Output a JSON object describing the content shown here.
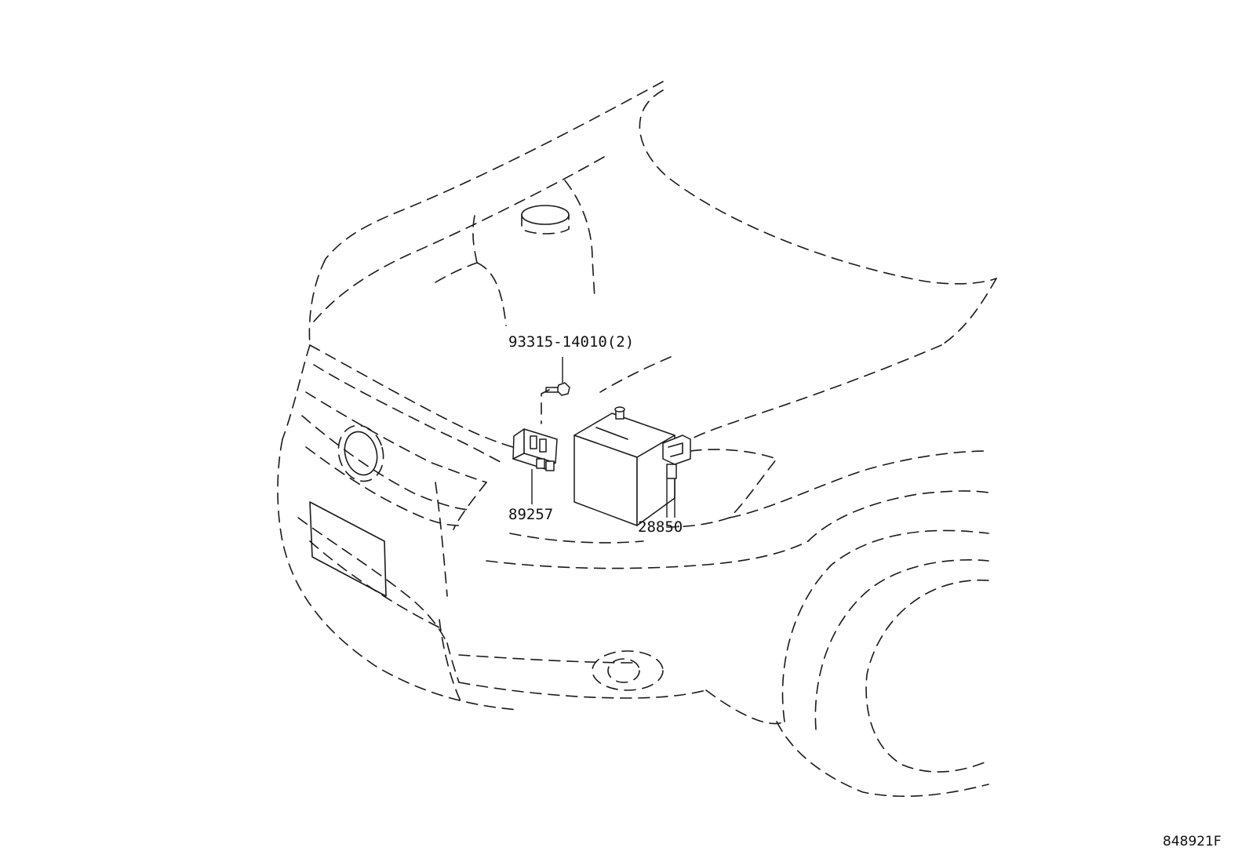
{
  "parts": {
    "bolt": "93315-14010(2)",
    "control_unit": "89257",
    "battery_sensor": "28850"
  },
  "diagram_id": "848921F",
  "colors": {
    "line": "#1a1a1a",
    "background": "#ffffff"
  },
  "icons": [
    "car-front-outline",
    "bolt-icon",
    "control-unit-icon",
    "battery-icon",
    "battery-sensor-icon"
  ]
}
